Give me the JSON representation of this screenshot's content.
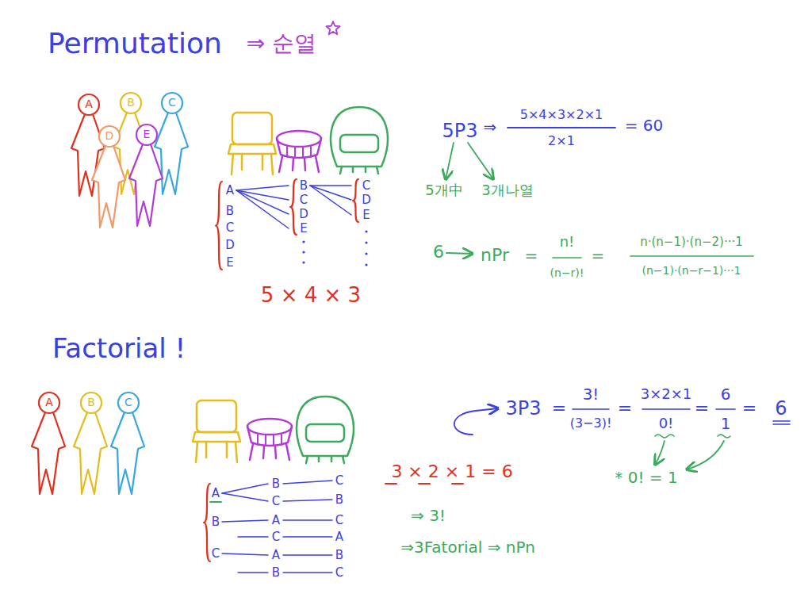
{
  "diagram": {
    "title": "Permutation",
    "labels": [
      "⇒ 순열",
      "A",
      "B",
      "C",
      "D",
      "E",
      "A",
      "B",
      "C",
      "D",
      "E",
      "B",
      "C",
      "D",
      "E",
      "C",
      "D",
      "E",
      "5 × 4 × 3",
      "5P3",
      "⇒",
      "5×4×3×2×1",
      "2×1",
      "= 60",
      "5개中",
      "3개나열",
      "6",
      "nPr",
      "=",
      "n!",
      "(n−r)!",
      "=",
      "n·(n−1)·(n−2)···1",
      "(n−1)·(n−r−1)···1",
      "Factorial !",
      "A",
      "B",
      "C",
      "A",
      "B",
      "C",
      "B",
      "C",
      "A",
      "C",
      "A",
      "B",
      "C",
      "B",
      "C",
      "A",
      "B",
      "C",
      "3 × 2 × 1 = 6",
      "⇒ 3!",
      "⇒3Fatorial ⇒ nPn",
      "3P3",
      "=",
      "3!",
      "(3−3)!",
      "=",
      "3×2×1",
      "0!",
      "=",
      "6",
      "1",
      "=",
      "6",
      "* 0! = 1"
    ]
  }
}
